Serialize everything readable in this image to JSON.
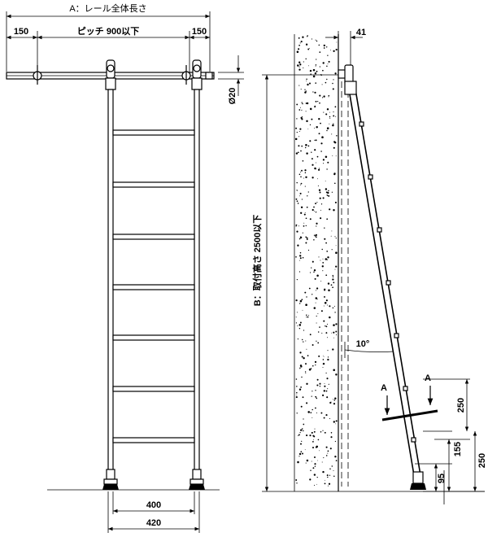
{
  "front_view": {
    "rail_total_length": "A：レール全体長さ",
    "pitch": "ピッチ 900以下",
    "overhang_left": "150",
    "overhang_right": "150",
    "rail_diameter": "Ø20",
    "inner_width": "400",
    "outer_width": "420"
  },
  "side_view": {
    "wall_offset": "41",
    "mount_height": "B：取付高さ 2500以下",
    "angle": "10°",
    "section_mark_left": "A",
    "section_mark_right": "A",
    "dim_250_upper": "250",
    "dim_250_lower": "250",
    "dim_155": "155",
    "dim_95": "95"
  }
}
